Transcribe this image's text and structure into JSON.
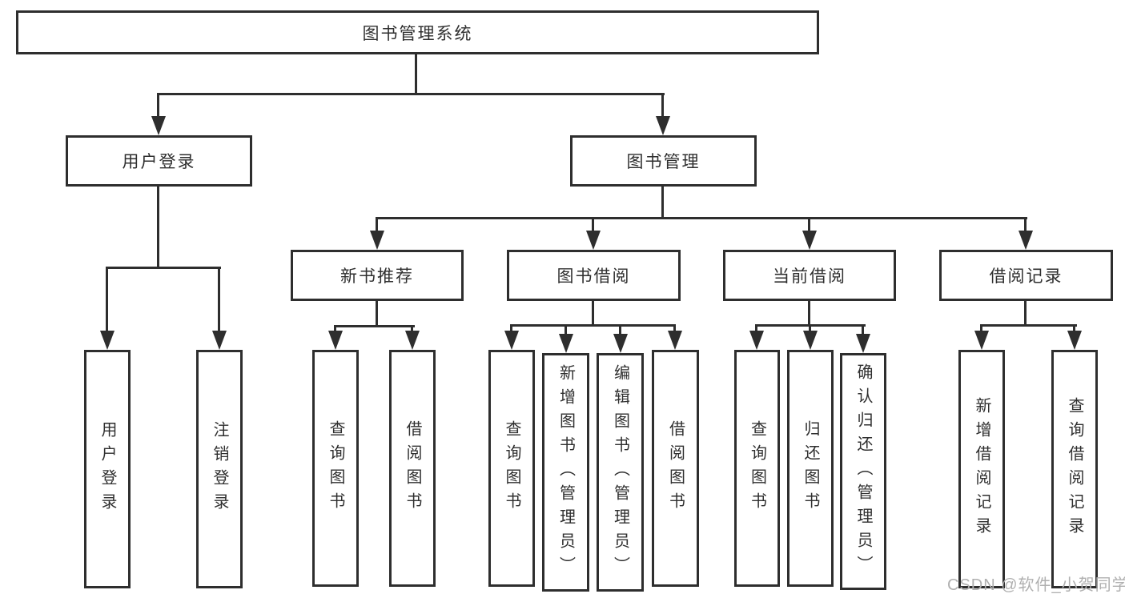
{
  "colors": {
    "line": "#2e2e2e",
    "box_border": "#2e2e2e",
    "text": "#2f2f2f",
    "background": "#ffffff",
    "watermark_text": "#b0b0b0"
  },
  "watermark": {
    "text": "CSDN @软件_小贺同学"
  },
  "diagram": {
    "type": "hierarchy-tree",
    "root": {
      "label": "图书管理系统"
    },
    "branches": [
      {
        "label": "用户登录",
        "children": [
          {
            "label": "用户登录"
          },
          {
            "label": "注销登录"
          }
        ]
      },
      {
        "label": "图书管理",
        "children": [
          {
            "label": "新书推荐",
            "children": [
              {
                "label": "查询图书"
              },
              {
                "label": "借阅图书"
              }
            ]
          },
          {
            "label": "图书借阅",
            "children": [
              {
                "label": "查询图书"
              },
              {
                "label": "新增图书（管理员）"
              },
              {
                "label": "编辑图书（管理员）"
              },
              {
                "label": "借阅图书"
              }
            ]
          },
          {
            "label": "当前借阅",
            "children": [
              {
                "label": "查询图书"
              },
              {
                "label": "归还图书"
              },
              {
                "label": "确认归还（管理员）"
              }
            ]
          },
          {
            "label": "借阅记录",
            "children": [
              {
                "label": "新增借阅记录"
              },
              {
                "label": "查询借阅记录"
              }
            ]
          }
        ]
      }
    ]
  }
}
